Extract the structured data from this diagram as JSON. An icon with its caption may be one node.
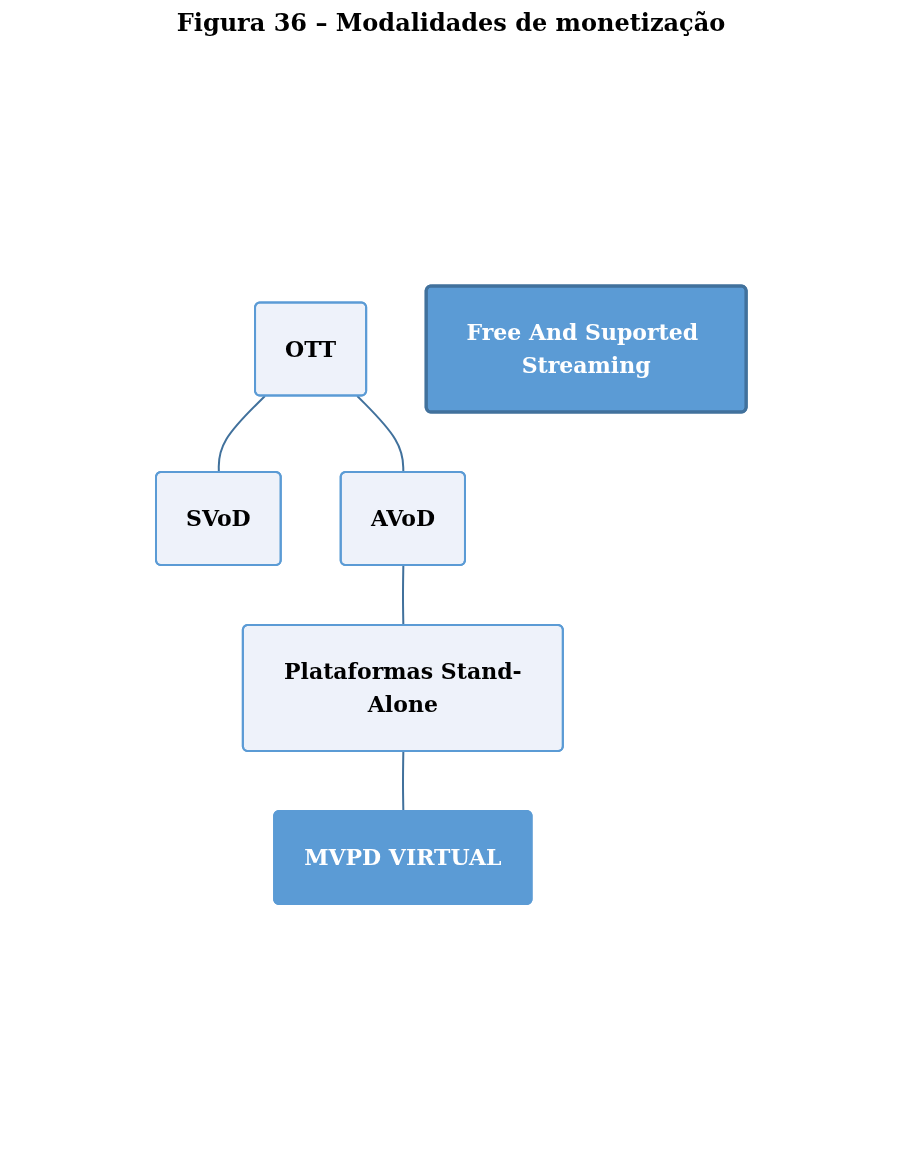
{
  "diagram": {
    "title": "Figura 36 – Modalidades de monetização",
    "nodes": [
      {
        "text": [
          "OTT"
        ]
      },
      {
        "text": [
          "SVoD"
        ]
      },
      {
        "text": [
          "AVoD"
        ]
      },
      {
        "text": [
          "Plataformas Stand-Alone"
        ]
      },
      {
        "text": [
          "MVPD VIRTUAL"
        ]
      },
      {
        "text": [
          "Free And Suported Streaming"
        ]
      }
    ],
    "edges": [
      {
        "from": 0,
        "to": 1,
        "arrow": "none"
      },
      {
        "from": 0,
        "to": 2,
        "arrow": "none"
      },
      {
        "from": 2,
        "to": 3,
        "arrow": "none"
      },
      {
        "from": 3,
        "to": 4,
        "arrow": "none"
      }
    ]
  }
}
